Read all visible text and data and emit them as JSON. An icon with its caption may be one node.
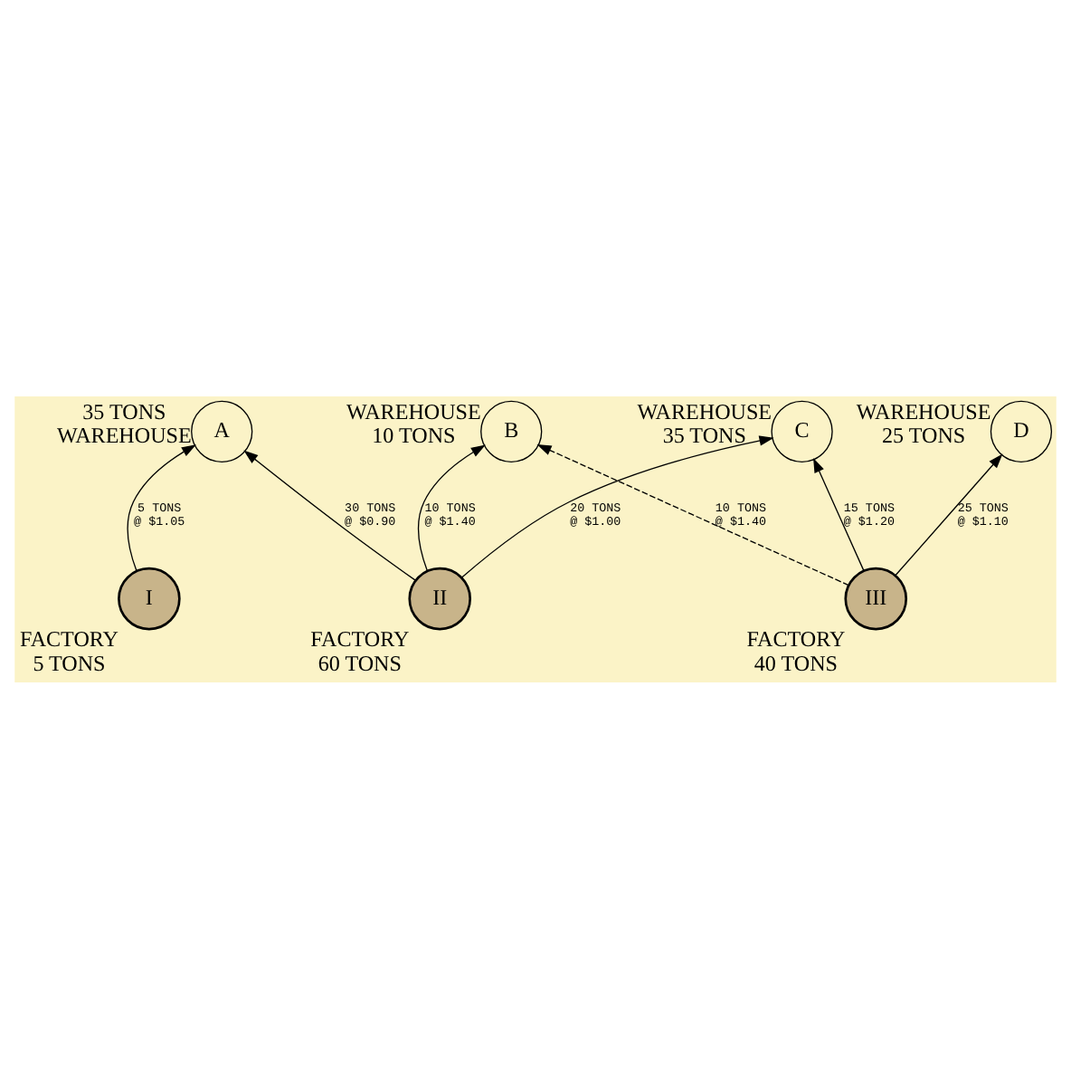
{
  "diagram": {
    "nodes": [
      {
        "text": [
          "B"
        ],
        "beside": [
          "WAREHOUSE",
          "10 TONS"
        ]
      },
      {
        "text": [
          "C"
        ],
        "beside": [
          "WAREHOUSE",
          "35 TONS"
        ]
      },
      {
        "text": [
          "II"
        ],
        "beside": [
          "FACTORY",
          "60 TONS"
        ]
      },
      {
        "text": [
          "III"
        ],
        "beside": [
          "FACTORY",
          "40 TONS"
        ]
      },
      {
        "text": [
          "A"
        ],
        "beside": [
          "35 TONS",
          "WAREHOUSE"
        ]
      },
      {
        "text": [
          "D"
        ],
        "beside": [
          "WAREHOUSE",
          "25 TONS"
        ]
      },
      {
        "text": [
          "I"
        ],
        "beside": [
          "FACTORY",
          "5 TONS"
        ]
      }
    ],
    "edges": [
      {
        "from": 2,
        "to": 0,
        "arrow": "to",
        "label": "10 TONS @ $1.40"
      },
      {
        "from": 3,
        "to": 0,
        "arrow": "to",
        "label": "10 TONS @ $1.40",
        "style": "dashed"
      },
      {
        "from": 2,
        "to": 1,
        "arrow": "to",
        "label": "20 TONS @ $1.00"
      },
      {
        "from": 3,
        "to": 1,
        "arrow": "to",
        "label": "15 TONS @ $1.20"
      },
      {
        "from": 2,
        "to": 4,
        "arrow": "to",
        "label": "30 TONS @ $0.90"
      },
      {
        "from": 3,
        "to": 5,
        "arrow": "to",
        "label": "25 TONS @ $1.10"
      },
      {
        "from": 6,
        "to": 4,
        "arrow": "to",
        "label": "5 TONS @ $1.05"
      }
    ]
  }
}
